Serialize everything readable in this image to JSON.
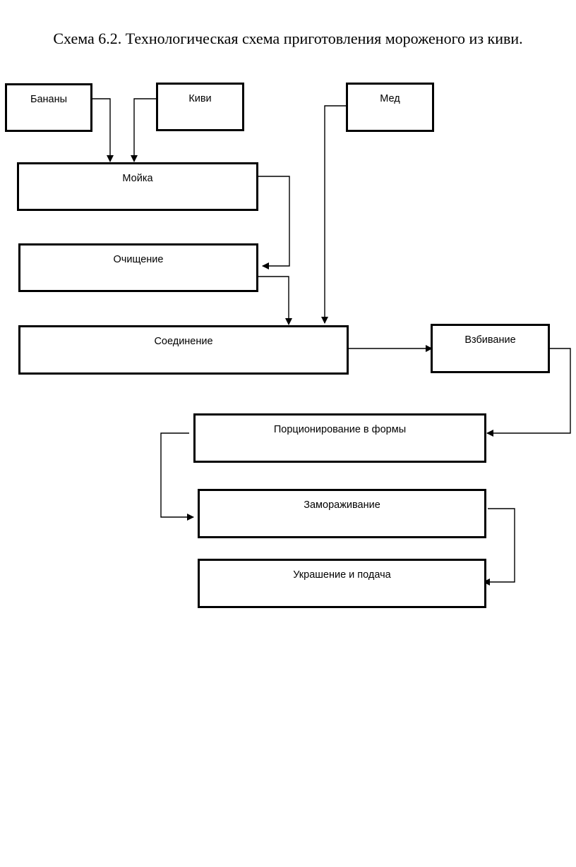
{
  "title": "Схема 6.2. Технологическая схема приготовления мороженого из киви.",
  "nodes": {
    "bananas": "Бананы",
    "kiwi": "Киви",
    "honey": "Мед",
    "washing": "Мойка",
    "peeling": "Очищение",
    "combining": "Соединение",
    "whipping": "Взбивание",
    "portioning": "Порционирование  в формы",
    "freezing": "Замораживание",
    "decoration": "Украшение и подача"
  }
}
